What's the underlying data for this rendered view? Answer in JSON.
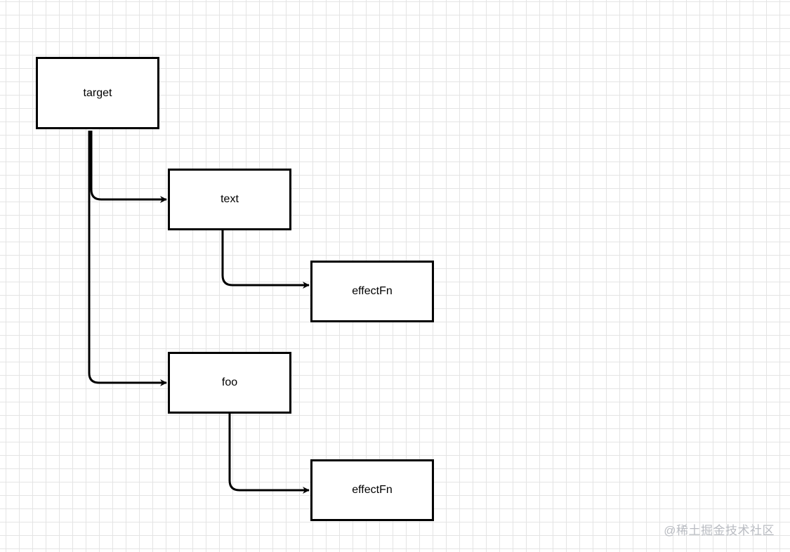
{
  "nodes": {
    "target": "target",
    "text": "text",
    "text_effect": "effectFn",
    "foo": "foo",
    "foo_effect": "effectFn"
  },
  "watermark": "@稀土掘金技术社区",
  "colors": {
    "stroke": "#000000",
    "background": "#ffffff",
    "grid": "#e4e4e4",
    "watermark": "#b9bcc2"
  }
}
